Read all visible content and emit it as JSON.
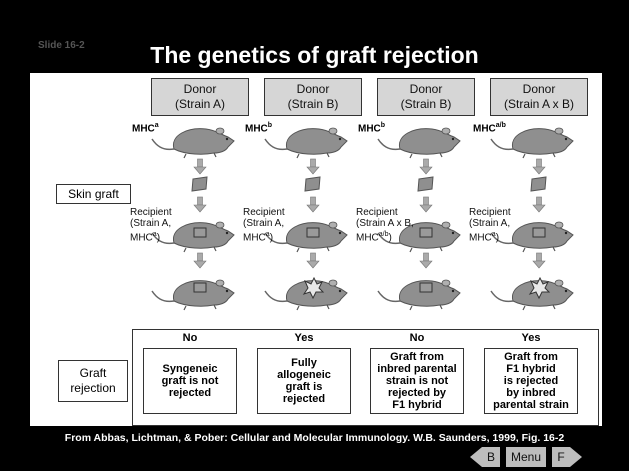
{
  "slide_label": "Slide 16-2",
  "title": "The genetics of graft rejection",
  "row_labels": {
    "skin_graft": "Skin graft",
    "graft_rejection_line1": "Graft",
    "graft_rejection_line2": "rejection"
  },
  "columns": [
    {
      "donor_line1": "Donor",
      "donor_line2": "(Strain A)",
      "mhc_base": "MHC",
      "mhc_sup": "a",
      "recipient_lines": [
        "Recipient",
        "(Strain A,",
        "MHC"
      ],
      "recipient_sup": "a",
      "recipient_close": ")",
      "verdict": "No",
      "explanation_lines": [
        "Syngeneic",
        "graft is not",
        "rejected"
      ]
    },
    {
      "donor_line1": "Donor",
      "donor_line2": "(Strain B)",
      "mhc_base": "MHC",
      "mhc_sup": "b",
      "recipient_lines": [
        "Recipient",
        "(Strain A,",
        "MHC"
      ],
      "recipient_sup": "a",
      "recipient_close": ")",
      "verdict": "Yes",
      "explanation_lines": [
        "Fully",
        "allogeneic",
        "graft is",
        "rejected"
      ]
    },
    {
      "donor_line1": "Donor",
      "donor_line2": "(Strain B)",
      "mhc_base": "MHC",
      "mhc_sup": "b",
      "recipient_lines": [
        "Recipient",
        "(Strain A x B,",
        "MHC"
      ],
      "recipient_sup": "a/b",
      "recipient_close": ")",
      "verdict": "No",
      "explanation_lines": [
        "Graft from",
        "inbred parental",
        "strain is not",
        "rejected by",
        "F1 hybrid"
      ]
    },
    {
      "donor_line1": "Donor",
      "donor_line2": "(Strain A x B)",
      "mhc_base": "MHC",
      "mhc_sup": "a/b",
      "recipient_lines": [
        "Recipient",
        "(Strain A,",
        "MHC"
      ],
      "recipient_sup": "a",
      "recipient_close": ")",
      "verdict": "Yes",
      "explanation_lines": [
        "Graft from",
        "F1 hybrid",
        "is rejected",
        "by inbred",
        "parental strain"
      ]
    }
  ],
  "source": "From Abbas, Lichtman, & Pober: Cellular and Molecular Immunology. W.B. Saunders, 1999, Fig. 16-2",
  "nav": {
    "back": "B",
    "menu": "Menu",
    "forward": "F"
  },
  "colors": {
    "background": "#000000",
    "panel": "#ffffff",
    "mouse": "#8c8c8c",
    "button": "#bdbdbd"
  }
}
